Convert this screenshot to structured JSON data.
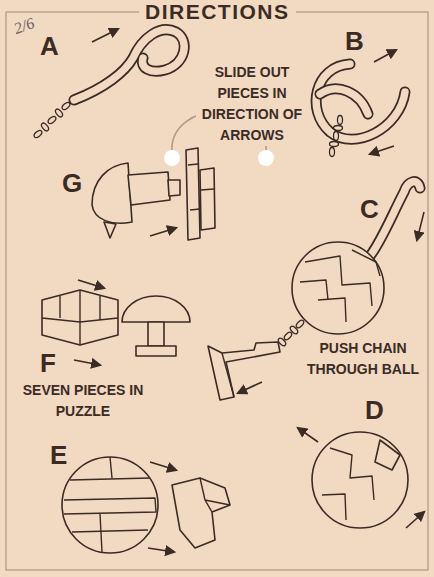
{
  "diagram": {
    "title": "DIRECTIONS",
    "labels": [
      "2/6",
      "A",
      "SLIDE OUT PIECES IN DIRECTION OF ARROWS",
      "B",
      "G",
      "C",
      "PUSH CHAIN THROUGH BALL",
      "F",
      "SEVEN PIECES IN PUZZLE",
      "D",
      "E"
    ]
  }
}
